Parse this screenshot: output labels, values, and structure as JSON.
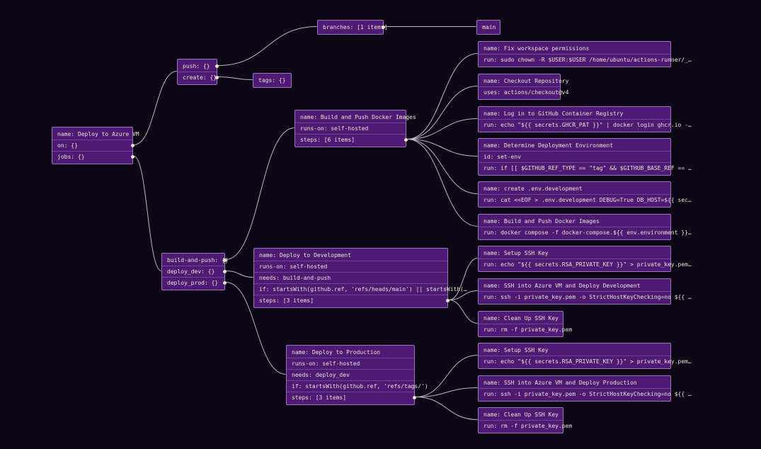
{
  "colors": {
    "background": "#0d0617",
    "node_fill": "#4e1a74",
    "node_border": "#9a77bd",
    "edge": "#bdb6c6",
    "text": "#e9e2d3"
  },
  "nodes": {
    "root": {
      "rows": [
        "name: Deploy to Azure VM",
        "on: {}",
        "jobs: {}"
      ]
    },
    "on": {
      "rows": [
        "push: {}",
        "create: {}"
      ]
    },
    "branches": {
      "rows": [
        "branches: [1 items]"
      ]
    },
    "main": {
      "rows": [
        "main"
      ]
    },
    "tags": {
      "rows": [
        "tags: {}"
      ]
    },
    "jobs": {
      "rows": [
        "build-and-push: {}",
        "deploy_dev: {}",
        "deploy_prod: {}"
      ]
    },
    "build": {
      "rows": [
        "name: Build and Push Docker Images",
        "runs-on: self-hosted",
        "steps: [6 items]"
      ]
    },
    "b1": {
      "rows": [
        "name: Fix workspace permissions",
        "run: sudo chown -R $USER:$USER /home/ubuntu/actions-runner/_…"
      ]
    },
    "b2": {
      "rows": [
        "name: Checkout Repository",
        "uses: actions/checkout@v4"
      ]
    },
    "b3": {
      "rows": [
        "name: Log in to GitHub Container Registry",
        "run: echo \"${{ secrets.GHCR_PAT }}\" | docker login ghcr.io -…"
      ]
    },
    "b4": {
      "rows": [
        "name: Determine Deployment Environment",
        "id: set-env",
        "run: if [[ $GITHUB_REF_TYPE == \"tag\" && $GITHUB_BASE_REF == …"
      ]
    },
    "b5": {
      "rows": [
        "name: create .env.development",
        "run: cat <<EOF > .env.development DEBUG=True DB_HOST=${{ sec…"
      ]
    },
    "b6": {
      "rows": [
        "name: Build and Push Docker Images",
        "run: docker compose -f docker-compose.${{ env.environment }}…"
      ]
    },
    "dev": {
      "rows": [
        "name: Deploy to Development",
        "runs-on: self-hosted",
        "needs: build-and-push",
        "if: startsWith(github.ref, 'refs/heads/main') || startsWith(…",
        "steps: [3 items]"
      ]
    },
    "d1": {
      "rows": [
        "name: Setup SSH Key",
        "run: echo \"${{ secrets.RSA_PRIVATE_KEY }}\" > private_key.pem…"
      ]
    },
    "d2": {
      "rows": [
        "name: SSH into Azure VM and Deploy Development",
        "run: ssh -i private_key.pem -o StrictHostKeyChecking=no ${{ …"
      ]
    },
    "d3": {
      "rows": [
        "name: Clean Up SSH Key",
        "run: rm -f private_key.pem"
      ]
    },
    "prod": {
      "rows": [
        "name: Deploy to Production",
        "runs-on: self-hosted",
        "needs: deploy_dev",
        "if: startsWith(github.ref, 'refs/tags/')",
        "steps: [3 items]"
      ]
    },
    "p1": {
      "rows": [
        "name: Setup SSH Key",
        "run: echo \"${{ secrets.RSA_PRIVATE_KEY }}\" > private_key.pem…"
      ]
    },
    "p2": {
      "rows": [
        "name: SSH into Azure VM and Deploy Production",
        "run: ssh -i private_key.pem -o StrictHostKeyChecking=no ${{ …"
      ]
    },
    "p3": {
      "rows": [
        "name: Clean Up SSH Key",
        "run: rm -f private_key.pem"
      ]
    }
  }
}
